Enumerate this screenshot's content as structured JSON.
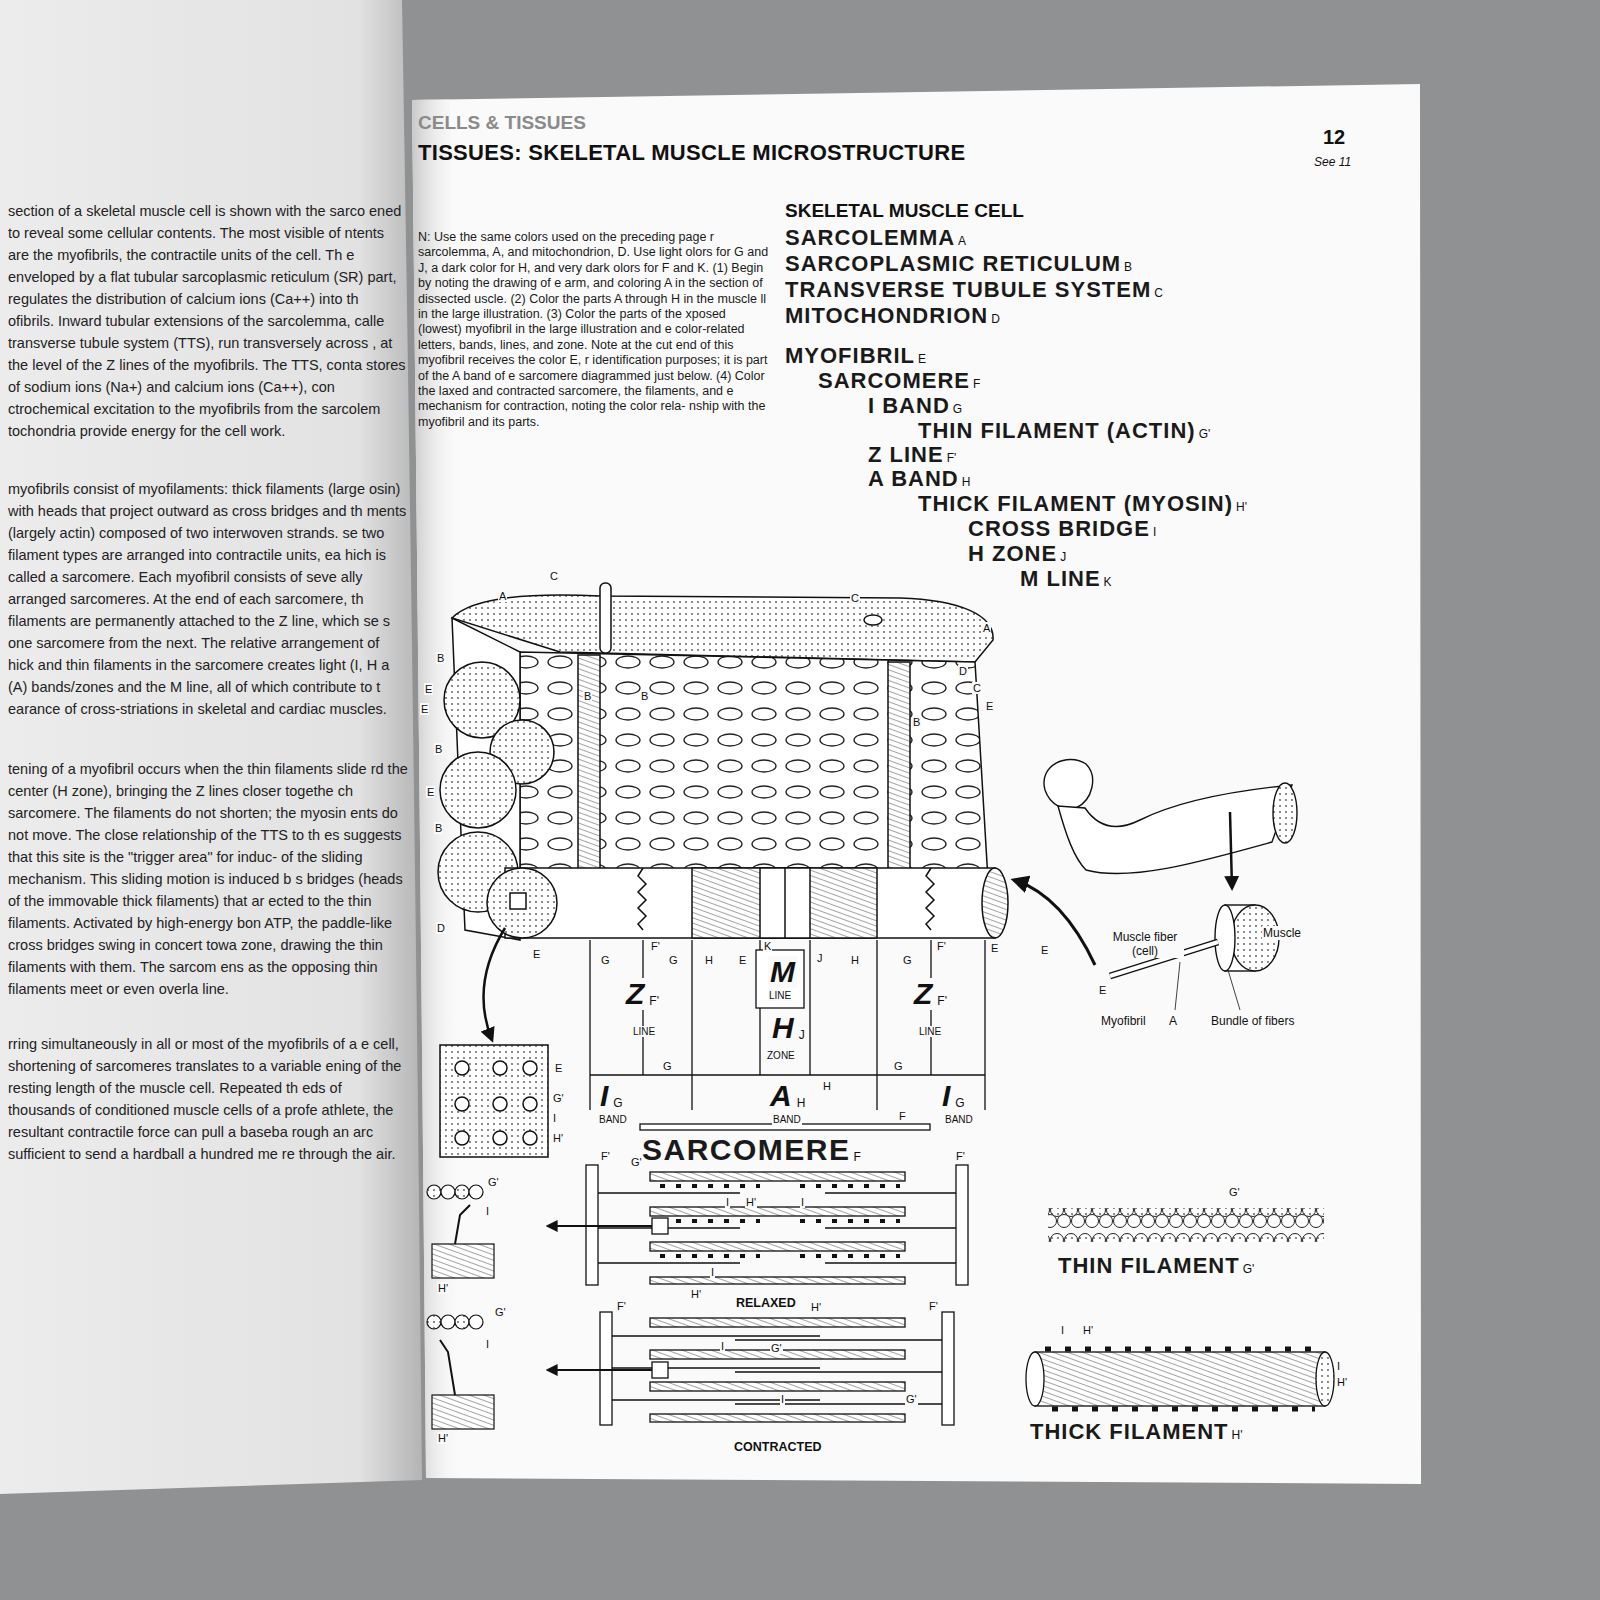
{
  "diagram": {
    "title": "TISSUES: SKELETAL MUSCLE MICROSTRUCTURE",
    "labels": [
      "section of a skeletal muscle cell is shown with the sarco ened to reveal some cellular contents. The most visible of ntents are the myofibrils, the contractile units of the cell. Th e enveloped by a flat tubular sarcoplasmic reticulum (SR) part, regulates the distribution of calcium ions (Ca++) into th ofibrils. Inward tubular extensions of the sarcolemma, calle transverse tubule system (TTS), run transversely across , at the level of the Z lines of the myofibrils. The TTS, conta stores of sodium ions (Na+) and calcium ions (Ca++), con ctrochemical excitation to the myofibrils from the sarcolem tochondria provide energy for the cell work.",
      "myofibrils consist of myofilaments: thick filaments (large osin) with heads that project outward as cross bridges and th ments (largely actin) composed of two interwoven strands. se two filament types are arranged into contractile units, ea hich is called a sarcomere. Each myofibril consists of seve ally arranged sarcomeres. At the end of each sarcomere, th filaments are permanently attached to the Z line, which se s one sarcomere from the next. The relative arrangement of hick and thin filaments in the sarcomere creates light (I, H a (A) bands/zones and the M line, all of which contribute to t earance of cross-striations in skeletal and cardiac muscles.",
      "tening of a myofibril occurs when the thin filaments slide rd the center (H zone), bringing the Z lines closer togethe ch sarcomere. The filaments do not shorten; the myosin ents do not move. The close relationship of the TTS to th es suggests that this site is the \"trigger area\" for induc- of the sliding mechanism. This sliding motion is induced b s bridges (heads of the immovable thick filaments) that ar ected to the thin filaments. Activated by high-energy bon ATP, the paddle-like cross bridges swing in concert towa zone, drawing the thin filaments with them. The sarcom ens as the opposing thin filaments meet or even overla line.",
      "rring simultaneously in all or most of the myofibrils of a e cell, shortening of sarcomeres translates to a variable ening of the resting length of the muscle cell. Repeated th eds of thousands of conditioned muscle cells of a profe athlete, the resultant contractile force can pull a baseba rough an arc sufficient to send a hardball a hundred me re through the air.",
      "CELLS & TISSUES",
      "12",
      "See 11",
      "N: Use the same colors used on the preceding page r sarcolemma, A, and mitochondrion, D. Use light olors for G and J, a dark color for H, and very dark olors for F and K. (1) Begin by noting the drawing of e arm, and coloring A in the section of dissected uscle. (2) Color the parts A through H in the muscle ll in the large illustration. (3) Color the parts of the xposed (lowest) myofibril in the large illustration and e color-related letters, bands, lines, and zone. Note at the cut end of this myofibril receives the color E, r identification purposes; it is part of the A band of e sarcomere diagrammed just below. (4) Color the laxed and contracted sarcomere, the filaments, and e mechanism for contraction, noting the color rela- nship with the myofibril and its parts.",
      "SKELETAL MUSCLE CELL",
      "SARCOLEMMA",
      "A",
      "SARCOPLASMIC RETICULUM",
      "B",
      "TRANSVERSE TUBULE SYSTEM",
      "C",
      "MITOCHONDRION",
      "D",
      "MYOFIBRIL",
      "E",
      "SARCOMERE",
      "F",
      "I BAND",
      "G",
      "THIN FILAMENT (ACTIN)",
      "G'",
      "Z LINE",
      "F'",
      "A BAND",
      "H",
      "THICK FILAMENT (MYOSIN)",
      "H'",
      "CROSS BRIDGE",
      "I",
      "H ZONE",
      "J",
      "M LINE",
      "K",
      "A",
      "C",
      "C",
      "A",
      "B",
      "E",
      "E",
      "B",
      "E",
      "B",
      "D",
      "E",
      "B",
      "B",
      "B",
      "D",
      "C",
      "E",
      "G",
      "F'",
      "G",
      "H",
      "E",
      "K",
      "J",
      "H",
      "G",
      "F'",
      "E",
      "Z",
      "F'",
      "LINE",
      "M",
      "LINE",
      "H",
      "J",
      "ZONE",
      "Z",
      "F'",
      "LINE",
      "G",
      "H",
      "G",
      "I",
      "G",
      "BAND",
      "A",
      "H",
      "BAND",
      "I",
      "G",
      "BAND",
      "F",
      "SARCOMERE",
      "F",
      "F'",
      "G'",
      "I",
      "H'",
      "I",
      "F'",
      "I",
      "H'",
      "RELAXED",
      "F'",
      "H'",
      "G'",
      "I",
      "G'",
      "I",
      "F'",
      "CONTRACTED",
      "E",
      "G'",
      "I",
      "H'",
      "G'",
      "I",
      "H'",
      "G'",
      "I",
      "H'",
      "E",
      "Muscle fiber (cell)",
      "Muscle",
      "E",
      "Myofibril",
      "A",
      "Bundle of fibers",
      "G'",
      "THIN FILAMENT",
      "G'",
      "I",
      "H'",
      "I",
      "H'",
      "THICK FILAMENT",
      "H'"
    ]
  }
}
